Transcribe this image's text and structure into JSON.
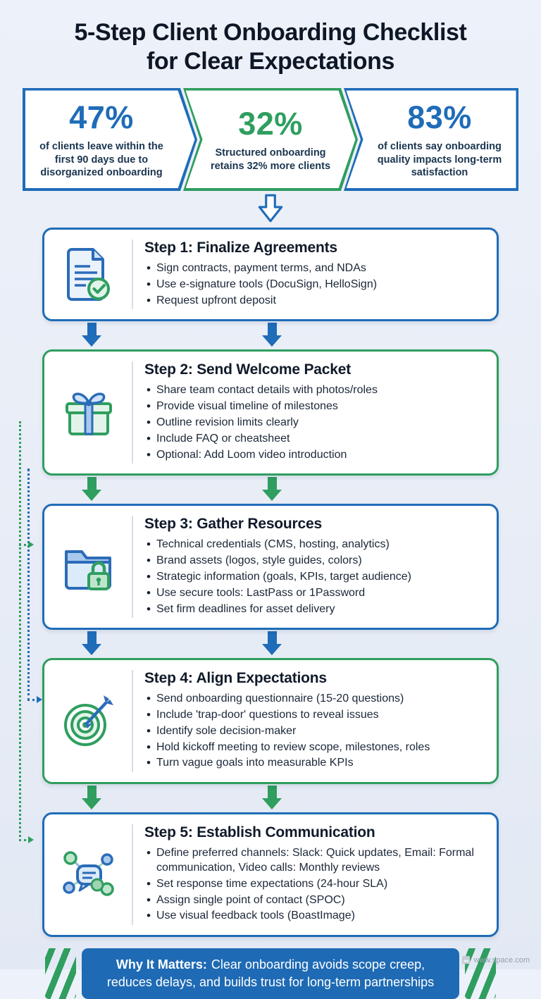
{
  "title_line1": "5-Step Client Onboarding Checklist",
  "title_line2": "for Clear Expectations",
  "stats": [
    {
      "value": "47%",
      "color": "#1f6cb8",
      "text": "of clients leave within the first 90 days due to disorganized onboarding"
    },
    {
      "value": "32%",
      "color": "#2f9e5f",
      "text": "Structured onboarding retains 32% more clients"
    },
    {
      "value": "83%",
      "color": "#1f6cb8",
      "text": "of clients say onboarding quality impacts long-term satisfaction"
    }
  ],
  "steps": [
    {
      "title": "Step 1: Finalize Agreements",
      "accent": "#1f6cb8",
      "icon": "document-check-icon",
      "bullets": [
        "Sign contracts, payment terms, and NDAs",
        "Use e-signature tools (DocuSign, HelloSign)",
        "Request upfront deposit"
      ]
    },
    {
      "title": "Step 2: Send Welcome Packet",
      "accent": "#2f9e5f",
      "icon": "gift-icon",
      "bullets": [
        "Share team contact details with photos/roles",
        "Provide visual timeline of milestones",
        "Outline revision limits clearly",
        "Include FAQ or cheatsheet",
        "Optional: Add Loom video introduction"
      ]
    },
    {
      "title": "Step 3: Gather Resources",
      "accent": "#1f6cb8",
      "icon": "folder-lock-icon",
      "bullets": [
        "Technical credentials (CMS, hosting, analytics)",
        "Brand assets (logos, style guides, colors)",
        "Strategic information (goals, KPIs, target audience)",
        "Use secure tools: LastPass or 1Password",
        "Set firm deadlines for asset delivery"
      ]
    },
    {
      "title": "Step 4: Align Expectations",
      "accent": "#2f9e5f",
      "icon": "target-dart-icon",
      "bullets": [
        "Send onboarding questionnaire (15-20 questions)",
        "Include 'trap-door' questions to reveal issues",
        "Identify sole decision-maker",
        "Hold kickoff meeting to review scope, milestones, roles",
        "Turn vague goals into measurable KPIs"
      ]
    },
    {
      "title": "Step 5: Establish Communication",
      "accent": "#1f6cb8",
      "icon": "network-chat-icon",
      "bullets": [
        "Define preferred channels: Slack: Quick updates, Email: Formal communication, Video calls: Monthly reviews",
        "Set response time expectations (24-hour SLA)",
        "Assign single point of contact (SPOC)",
        "Use visual feedback tools (BoastImage)"
      ]
    }
  ],
  "connectors": [
    {
      "color": "#1f6cb8"
    },
    {
      "color": "#2f9e5f"
    },
    {
      "color": "#1f6cb8"
    },
    {
      "color": "#2f9e5f"
    }
  ],
  "footer": {
    "label": "Why It Matters:",
    "text": "Clear onboarding avoids scope creep, reduces delays, and builds trust for long-term partnerships"
  },
  "watermark": "www.space.com",
  "colors": {
    "blue": "#1f6cb8",
    "green": "#2f9e5f",
    "banner": "#1e6ab4",
    "background": "#e8edf7",
    "card_bg": "#ffffff",
    "title_text": "#0e1726"
  }
}
